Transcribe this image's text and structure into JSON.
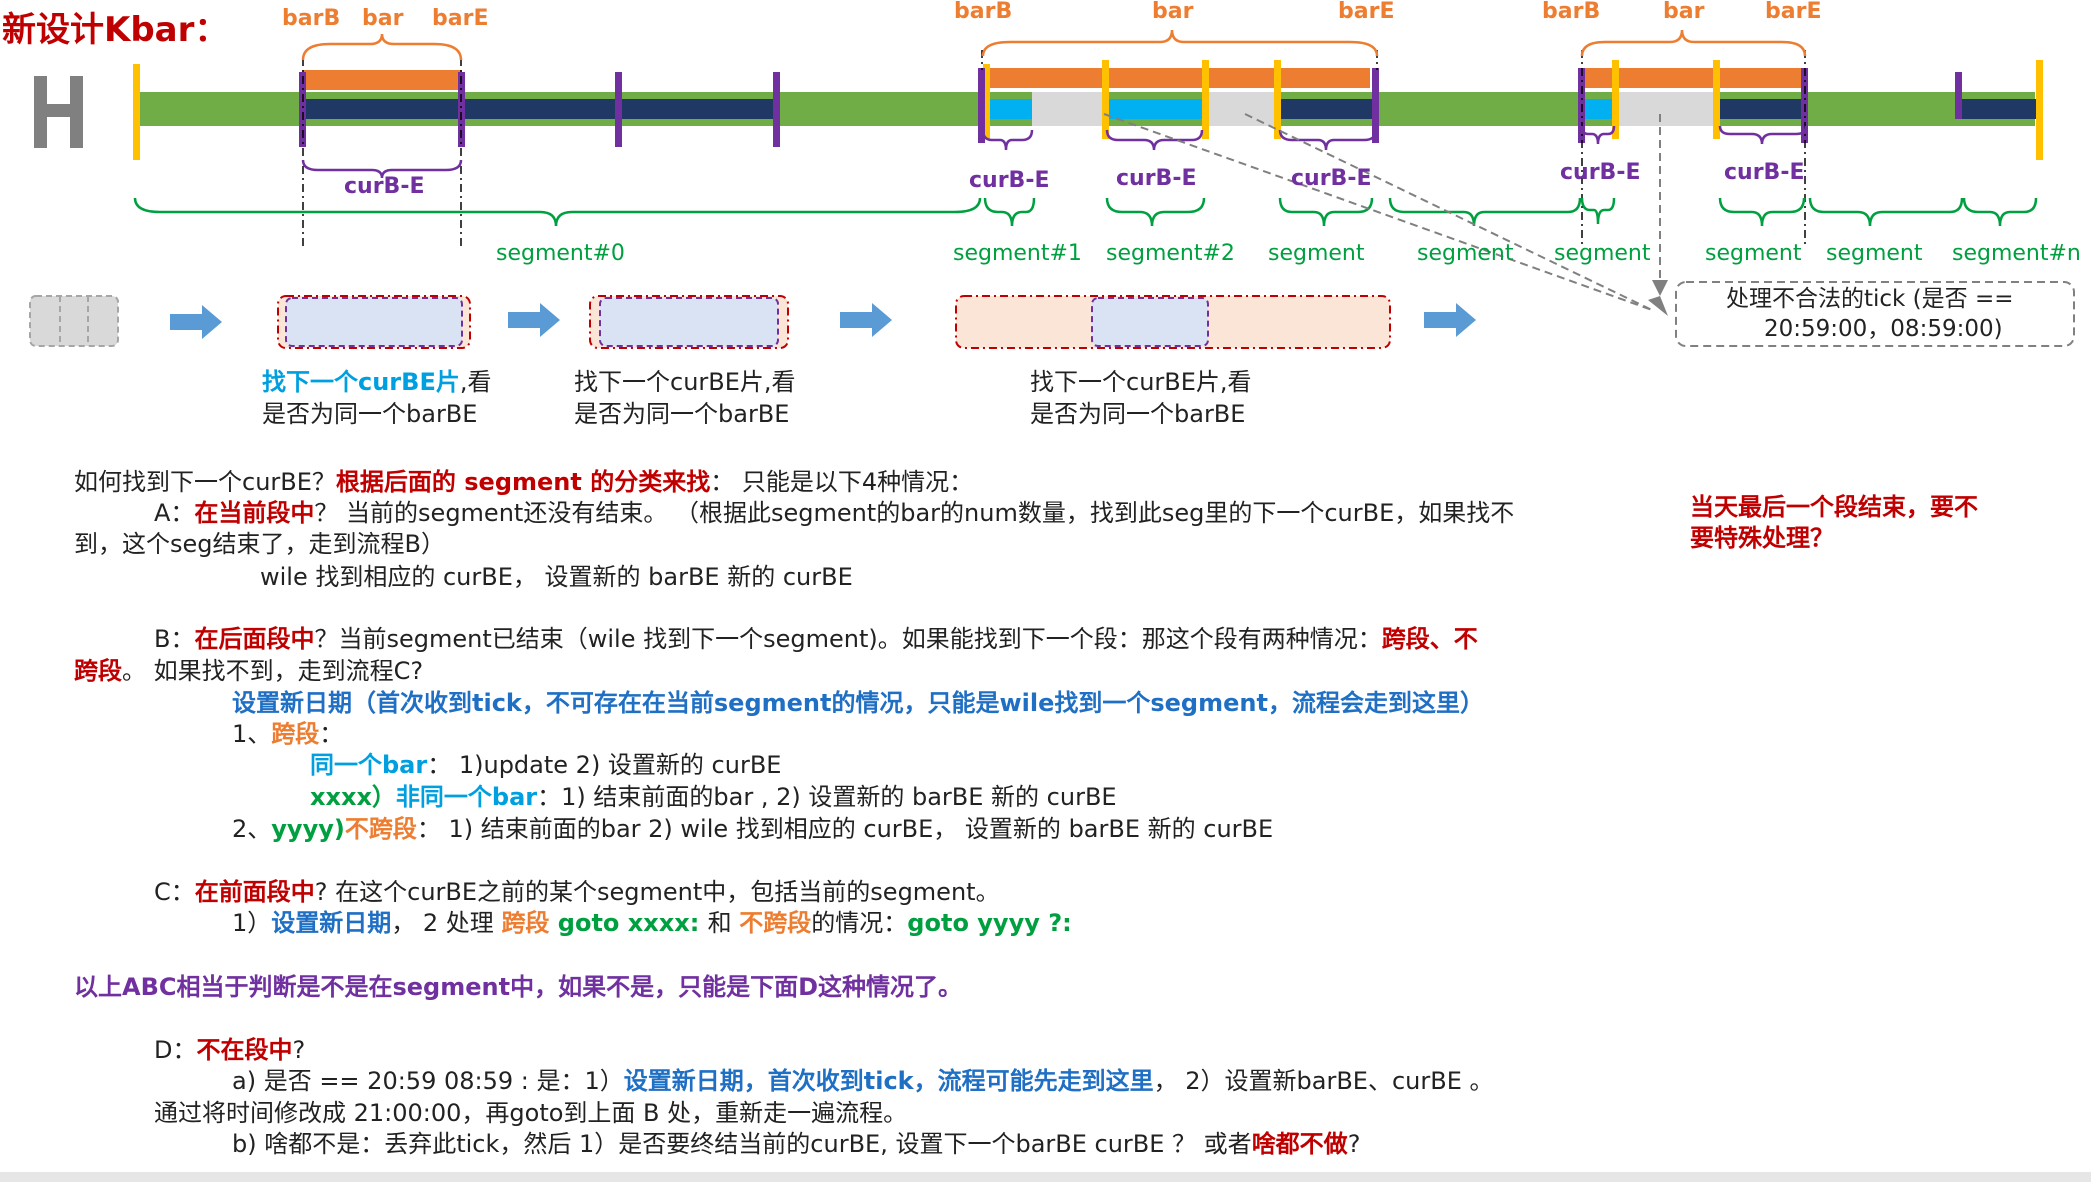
{
  "title": "新设计Kbar：",
  "timeline": {
    "h_label": "H",
    "top_labels": [
      "barB",
      "bar",
      "barE",
      "barB",
      "bar",
      "barE",
      "barB",
      "bar",
      "barE"
    ],
    "curbe_labels": [
      "curB-E",
      "curB-E",
      "curB-E",
      "curB-E",
      "curB-E",
      "curB-E"
    ],
    "segment_labels": [
      "segment#0",
      "segment#1",
      "segment#2",
      "segment",
      "segment",
      "segment",
      "segment",
      "segment",
      "segment#n"
    ],
    "illegal_tick_box": [
      "处理不合法的tick (是否 ==",
      "20:59:00，08:59:00)"
    ]
  },
  "flow": {
    "captions": [
      {
        "highlight": "找下一个curBE片",
        "rest": ",看",
        "line2": "是否为同一个barBE"
      },
      {
        "highlight": "",
        "rest": "找下一个curBE片,看",
        "line2": "是否为同一个barBE"
      },
      {
        "highlight": "",
        "rest": "找下一个curBE片,看",
        "line2": "是否为同一个barBE"
      }
    ]
  },
  "side_note": [
    "当天最后一个段结束，要不",
    "要特殊处理？"
  ],
  "body": {
    "l1_a": "如何找到下一个curBE？",
    "l1_b": "根据后面的 segment 的分类来找",
    "l1_c": "：  只能是以下4种情况：",
    "a_label": "A：",
    "a_title": "在当前段中",
    "a_text": "？ 当前的segment还没有结束。 （根据此segment的bar的num数量，找到此seg里的下一个curBE，如果找不",
    "a_text2": "到，这个seg结束了，走到流程B）",
    "a_wile": "wile 找到相应的 curBE，  设置新的   barBE 新的 curBE",
    "b_label": "B：",
    "b_title": "在后面段中",
    "b_text": "？当前segment已结束（wile 找到下一个segment)。如果能找到下一个段：那这个段有两种情况：",
    "b_kua": "跨段、不",
    "b_kua2": "跨段",
    "b_text2": "。 如果找不到，走到流程C?",
    "b_newdate": "设置新日期（首次收到tick，不可存在在当前segment的情况，只能是wile找到一个segment，流程会走到这里）",
    "b1_num": "1、",
    "b1_title": "跨段",
    "b1_colon": "：",
    "b1a_title": "同一个bar",
    "b1a_text": "：  1)update   2) 设置新的 curBE",
    "b1b_xxxx": "xxxx）",
    "b1b_title": "非同一个bar",
    "b1b_text": "：1) 结束前面的bar , 2) 设置新的 barBE 新的 curBE",
    "b2_num": "2、",
    "b2_yyyy": "yyyy)",
    "b2_title": "不跨段",
    "b2_text": "：  1) 结束前面的bar  2)  wile 找到相应的 curBE，  设置新的    barBE 新的 curBE",
    "c_label": "C：",
    "c_title": "在前面段中",
    "c_text": "? 在这个curBE之前的某个segment中，包括当前的segment。",
    "c1_a": "1）",
    "c1_newdate": "设置新日期",
    "c1_b": "，  2 处理 ",
    "c1_kua": "跨段",
    "c1_goto1": "  goto xxxx: ",
    "c1_he": " 和 ",
    "c1_bukua": "不跨段",
    "c1_qing": "的情况：",
    "c1_goto2": "goto yyyy ?:",
    "summary": "以上ABC相当于判断是不是在segment中，如果不是，只能是下面D这种情况了。",
    "d_label": "D：",
    "d_title": "不在段中",
    "d_q": "?",
    "da_a": "a)      是否 == 20:59  08:59 : 是：1）",
    "da_blue": "设置新日期，首次收到tick，流程可能先走到这里",
    "da_b": "，  2）设置新barBE、curBE   。",
    "da_line2": "通过将时间修改成 21:00:00，再goto到上面 B 处，重新走一遍流程。",
    "db_a": "b)      啥都不是：丢弃此tick，然后 1）是否要终结当前的curBE, 设置下一个barBE curBE ？ 或者",
    "db_red": "啥都不做",
    "db_q": "?"
  },
  "colors": {
    "title_red": "#c00000",
    "green_bar": "#70ad47",
    "navy": "#1f3864",
    "orange": "#ed7d31",
    "purple": "#7030a0",
    "gold": "#ffc000",
    "cyan": "#00b0f0",
    "gray": "#d9d9d9",
    "segment_green": "#00a040",
    "arrow_blue": "#5b9bd5"
  }
}
